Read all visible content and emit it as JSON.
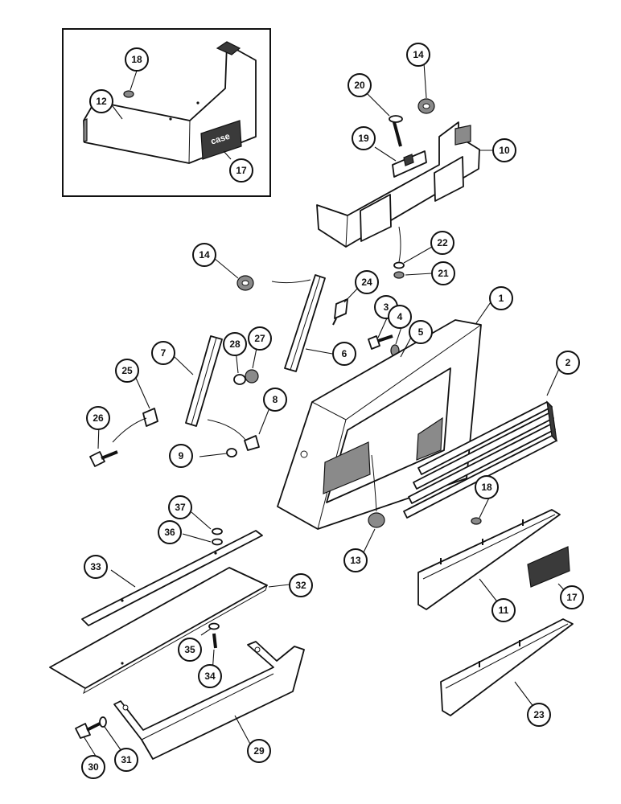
{
  "callouts": [
    {
      "id": "c18a",
      "label": "18"
    },
    {
      "id": "c12",
      "label": "12"
    },
    {
      "id": "c17a",
      "label": "17"
    },
    {
      "id": "c14a",
      "label": "14"
    },
    {
      "id": "c20",
      "label": "20"
    },
    {
      "id": "c19",
      "label": "19"
    },
    {
      "id": "c10",
      "label": "10"
    },
    {
      "id": "c22",
      "label": "22"
    },
    {
      "id": "c21",
      "label": "21"
    },
    {
      "id": "c14b",
      "label": "14"
    },
    {
      "id": "c24",
      "label": "24"
    },
    {
      "id": "c3",
      "label": "3"
    },
    {
      "id": "c4",
      "label": "4"
    },
    {
      "id": "c5",
      "label": "5"
    },
    {
      "id": "c1",
      "label": "1"
    },
    {
      "id": "c2",
      "label": "2"
    },
    {
      "id": "c6",
      "label": "6"
    },
    {
      "id": "c7",
      "label": "7"
    },
    {
      "id": "c28",
      "label": "28"
    },
    {
      "id": "c27",
      "label": "27"
    },
    {
      "id": "c25",
      "label": "25"
    },
    {
      "id": "c8",
      "label": "8"
    },
    {
      "id": "c26",
      "label": "26"
    },
    {
      "id": "c9",
      "label": "9"
    },
    {
      "id": "c37",
      "label": "37"
    },
    {
      "id": "c36",
      "label": "36"
    },
    {
      "id": "c18b",
      "label": "18"
    },
    {
      "id": "c13",
      "label": "13"
    },
    {
      "id": "c33",
      "label": "33"
    },
    {
      "id": "c32",
      "label": "32"
    },
    {
      "id": "c11",
      "label": "11"
    },
    {
      "id": "c17b",
      "label": "17"
    },
    {
      "id": "c35",
      "label": "35"
    },
    {
      "id": "c34",
      "label": "34"
    },
    {
      "id": "c23",
      "label": "23"
    },
    {
      "id": "c29",
      "label": "29"
    },
    {
      "id": "c30",
      "label": "30"
    },
    {
      "id": "c31",
      "label": "31"
    }
  ],
  "emblem_text": "case"
}
